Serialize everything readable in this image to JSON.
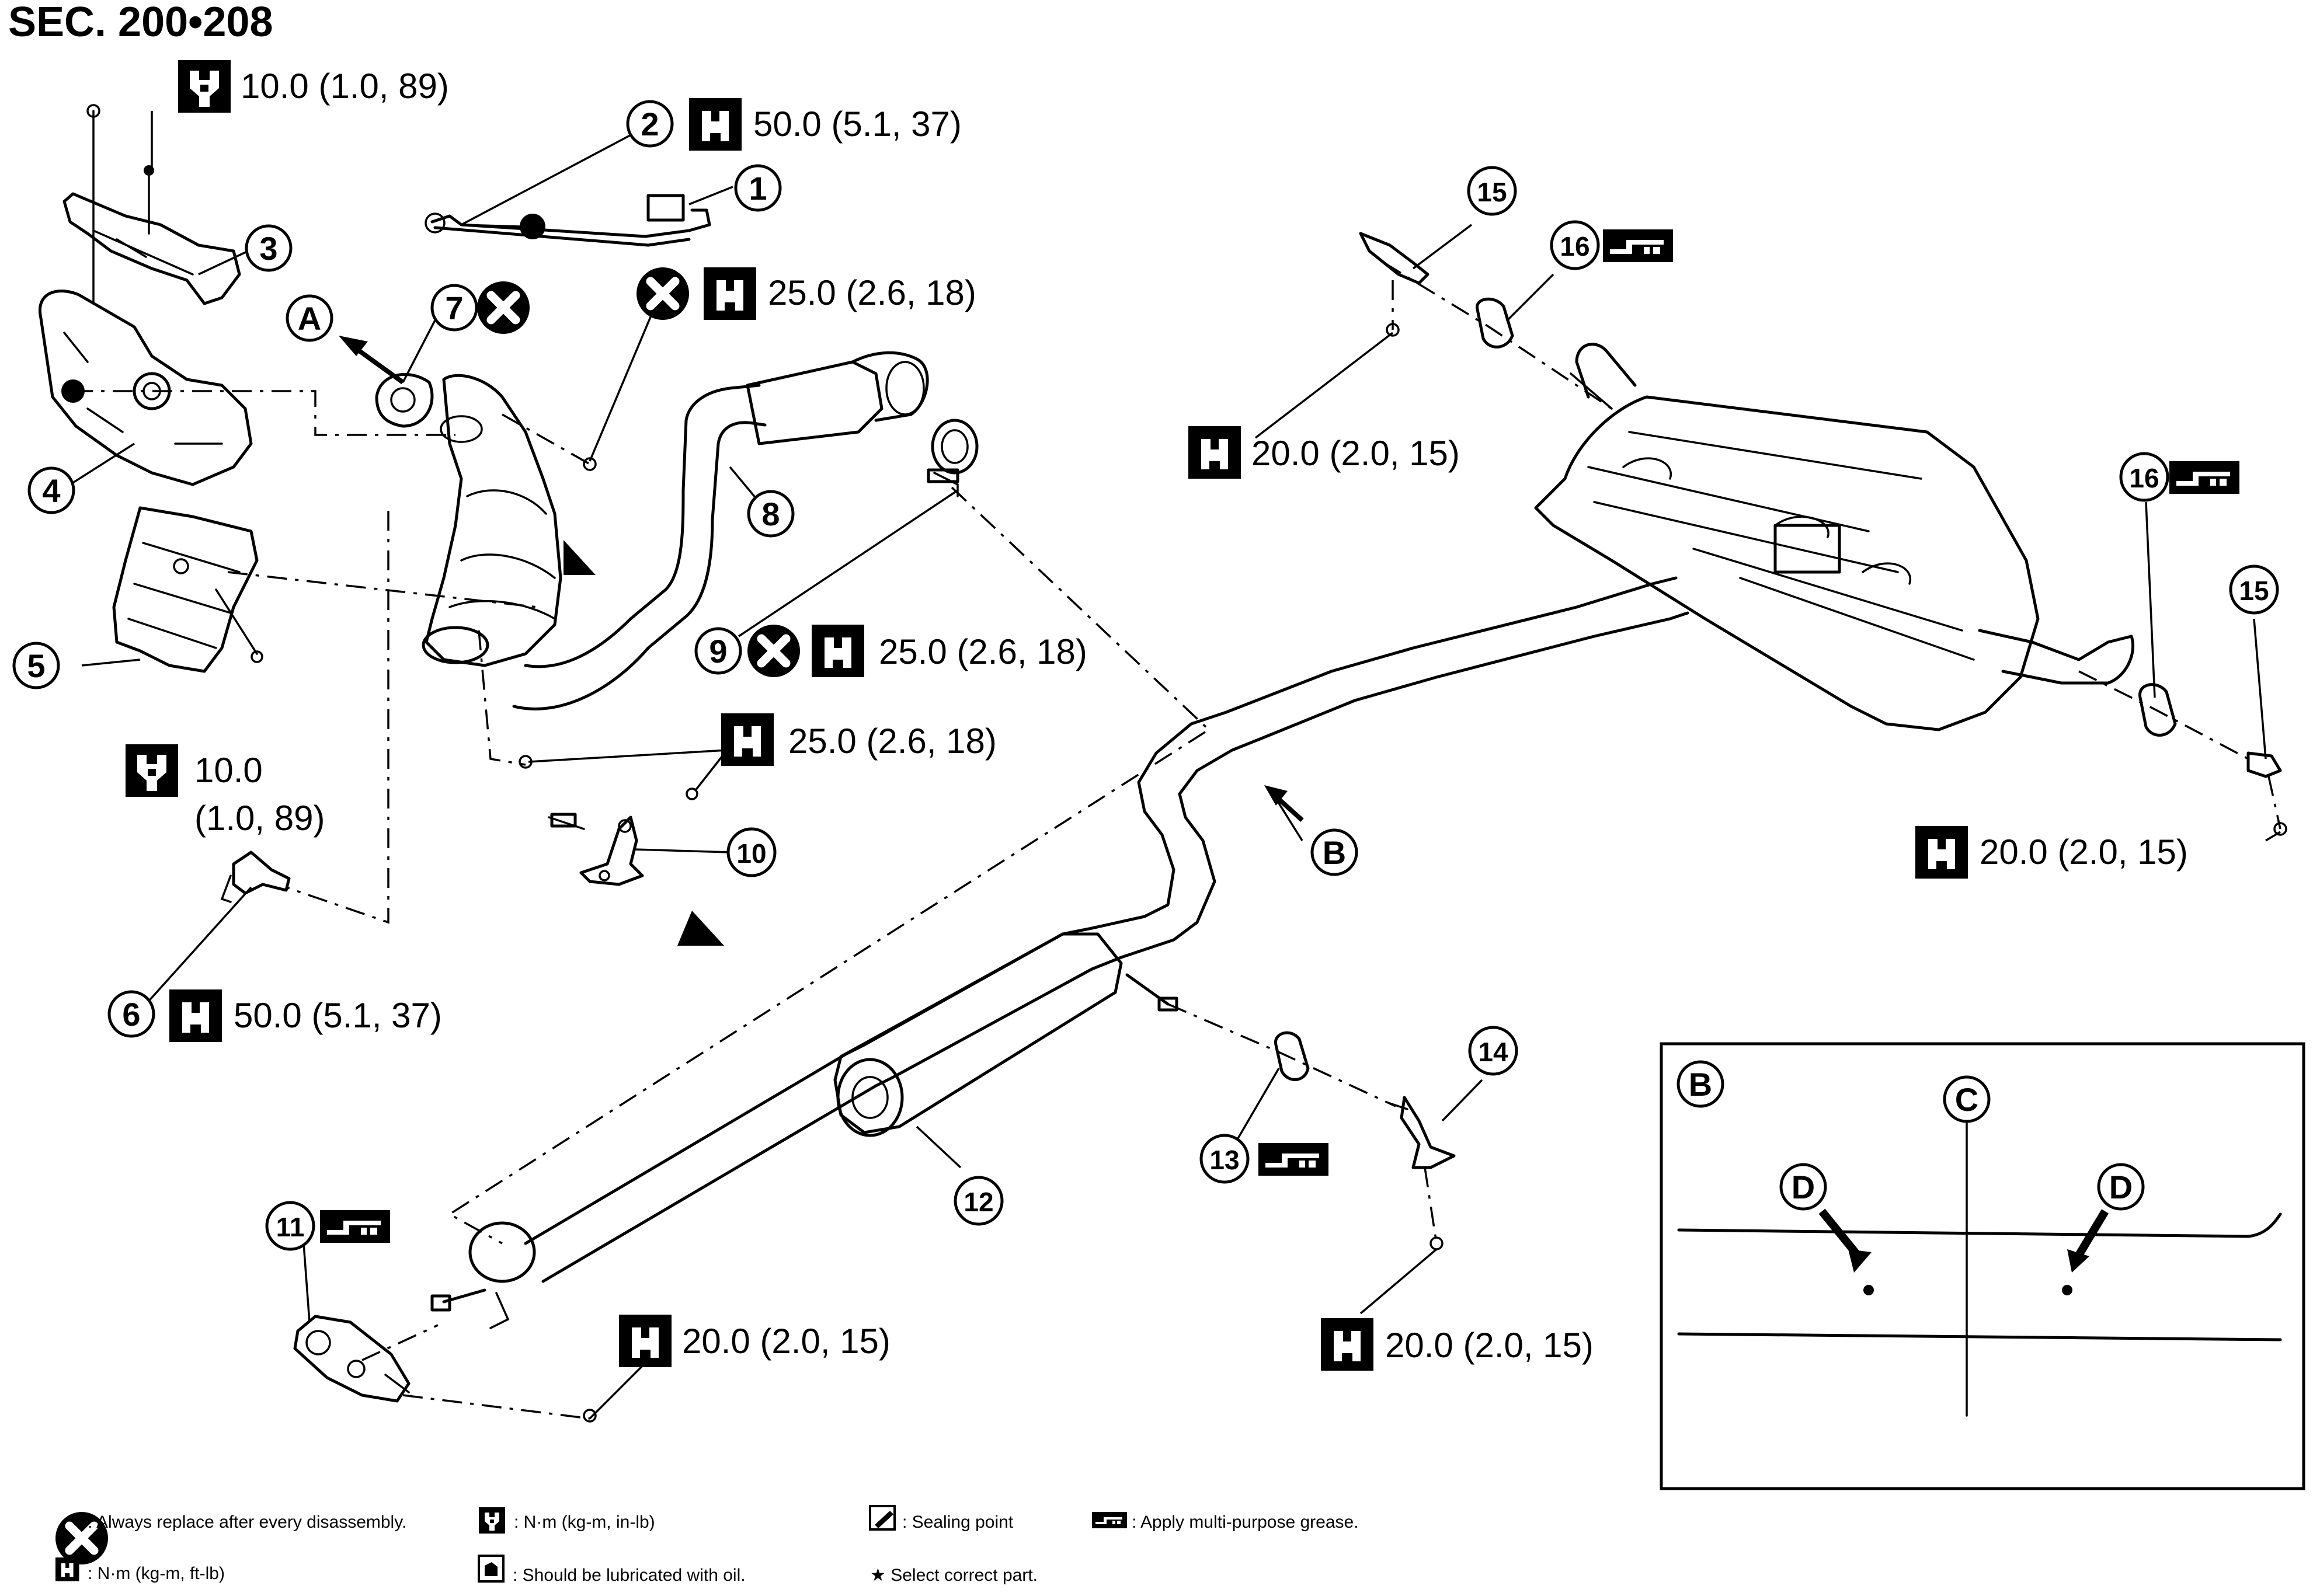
{
  "title": "SEC. 200•208",
  "callouts": [
    {
      "id": "1"
    },
    {
      "id": "2"
    },
    {
      "id": "3"
    },
    {
      "id": "4"
    },
    {
      "id": "5"
    },
    {
      "id": "6"
    },
    {
      "id": "7"
    },
    {
      "id": "8"
    },
    {
      "id": "9"
    },
    {
      "id": "10"
    },
    {
      "id": "11"
    },
    {
      "id": "12"
    },
    {
      "id": "13"
    },
    {
      "id": "14"
    },
    {
      "id": "15"
    },
    {
      "id": "15"
    },
    {
      "id": "16"
    },
    {
      "id": "16"
    }
  ],
  "letters": [
    "A",
    "B",
    "B",
    "C",
    "D",
    "D"
  ],
  "torque_specs": [
    "10.0 (1.0, 89)",
    "50.0 (5.1, 37)",
    "25.0 (2.6, 18)",
    "20.0 (2.0, 15)",
    "10.0",
    "(1.0, 89)",
    "25.0 (2.6, 18)",
    "25.0 (2.6, 18)",
    "50.0 (5.1, 37)",
    "20.0 (2.0, 15)",
    "20.0 (2.0, 15)",
    "20.0 (2.0, 15)",
    "20.0 (2.0, 15)"
  ],
  "legend": {
    "replace": ": Always replace after every disassembly.",
    "nm_kgm_inlb": ": N·m (kg-m, in-lb)",
    "sealing": ": Sealing point",
    "grease": ": Apply multi-purpose grease.",
    "nm_kgm_ftlb": ": N·m (kg-m, ft-lb)",
    "lubricate": ": Should be lubricated with oil.",
    "select": "★ Select correct part."
  },
  "icons": [
    "torque-wrench-icon",
    "torque-socket-icon",
    "replace-x-icon",
    "grease-icon",
    "sealant-icon",
    "oil-can-icon",
    "star-icon"
  ]
}
